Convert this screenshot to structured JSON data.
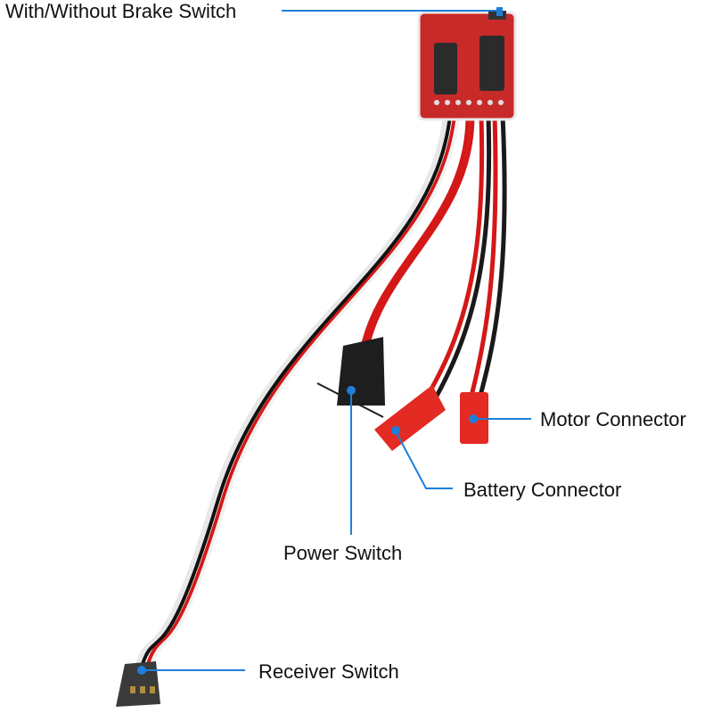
{
  "diagram": {
    "subject": "Brushed ESC with wire connectors",
    "accent_color": "#1e7fd8",
    "callouts": [
      {
        "id": "brake",
        "label": "With/Without Brake Switch"
      },
      {
        "id": "motor",
        "label": "Motor Connector"
      },
      {
        "id": "battery",
        "label": "Battery Connector"
      },
      {
        "id": "power",
        "label": "Power Switch"
      },
      {
        "id": "receiver",
        "label": "Receiver Switch"
      }
    ]
  }
}
